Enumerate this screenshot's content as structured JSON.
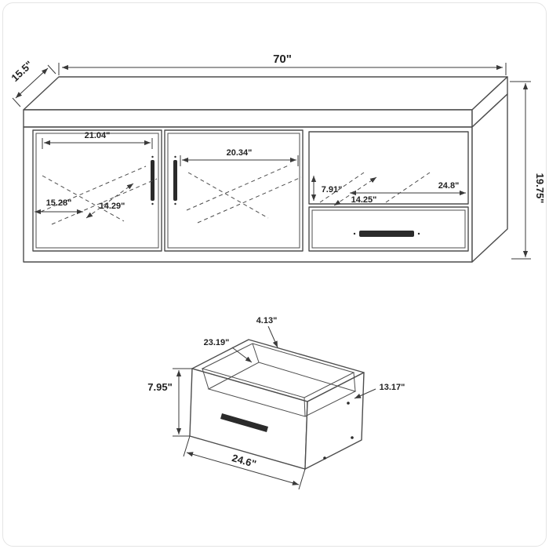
{
  "tv_stand": {
    "overall_width": "70\"",
    "overall_depth": "15.5\"",
    "overall_height": "19.75\"",
    "left_cabinet_width": "21.04\"",
    "middle_cabinet_width": "20.34\"",
    "left_interior_width": "15.28\"",
    "left_interior_depth": "14.29\"",
    "open_shelf_height": "7.91\"",
    "open_shelf_width": "24.8\"",
    "open_shelf_depth": "14.25\""
  },
  "drawer": {
    "wall_height": "4.13\"",
    "interior_width": "23.19\"",
    "front_height": "7.95\"",
    "interior_depth": "13.17\"",
    "front_width": "24.6\""
  }
}
